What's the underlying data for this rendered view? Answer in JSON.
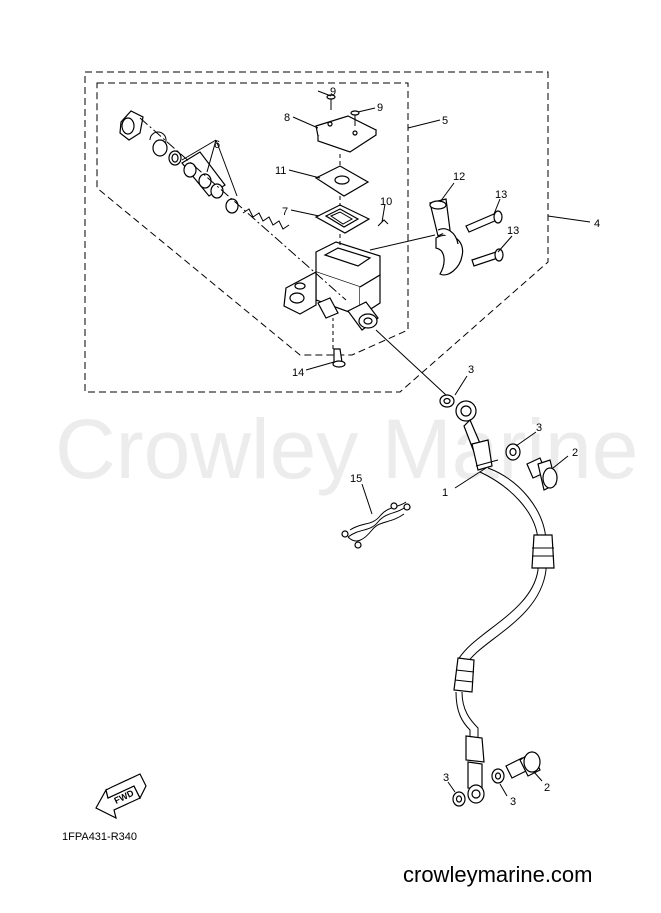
{
  "diagram_code": "1FPA431-R340",
  "site_url": "crowleymarine.com",
  "watermark": "Crowley Marine",
  "fwd_label": "FWD",
  "callouts": [
    {
      "id": "c1",
      "label": "1"
    },
    {
      "id": "c2a",
      "label": "2"
    },
    {
      "id": "c2b",
      "label": "2"
    },
    {
      "id": "c3a",
      "label": "3"
    },
    {
      "id": "c3b",
      "label": "3"
    },
    {
      "id": "c3c",
      "label": "3"
    },
    {
      "id": "c3d",
      "label": "3"
    },
    {
      "id": "c4",
      "label": "4"
    },
    {
      "id": "c5",
      "label": "5"
    },
    {
      "id": "c6",
      "label": "6"
    },
    {
      "id": "c7",
      "label": "7"
    },
    {
      "id": "c8",
      "label": "8"
    },
    {
      "id": "c9a",
      "label": "9"
    },
    {
      "id": "c9b",
      "label": "9"
    },
    {
      "id": "c10",
      "label": "10"
    },
    {
      "id": "c11",
      "label": "11"
    },
    {
      "id": "c12",
      "label": "12"
    },
    {
      "id": "c13a",
      "label": "13"
    },
    {
      "id": "c13b",
      "label": "13"
    },
    {
      "id": "c14",
      "label": "14"
    },
    {
      "id": "c15",
      "label": "15"
    }
  ]
}
